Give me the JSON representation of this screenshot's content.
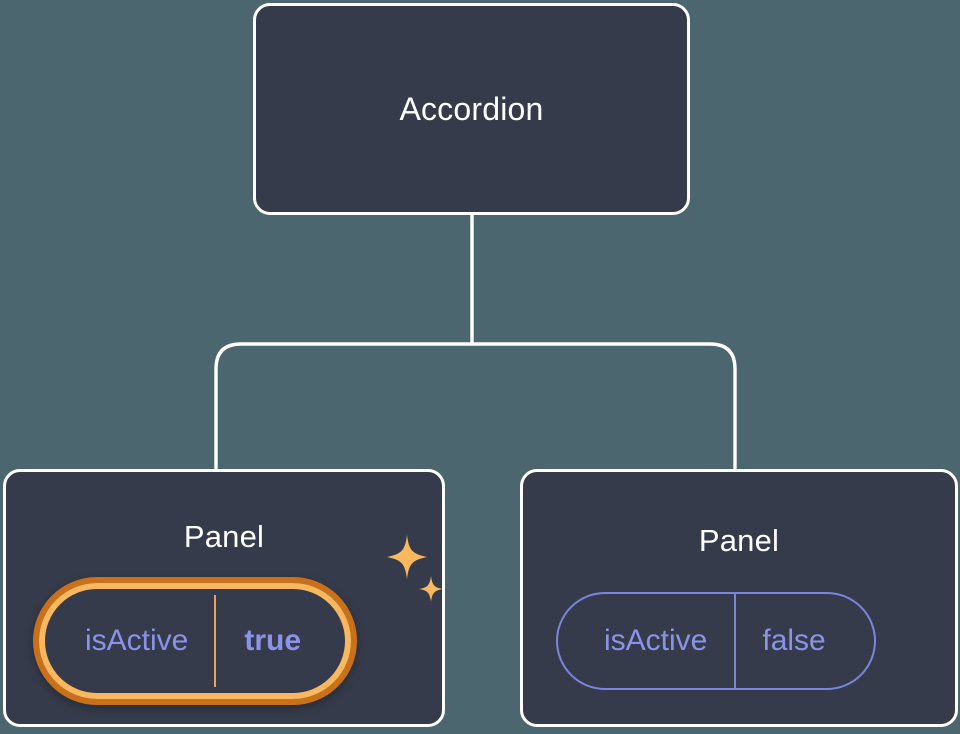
{
  "theme": {
    "background": "#4c6670",
    "node_fill": "#353b4a",
    "node_border": "#ffffff",
    "connector": "#ffffff",
    "prop_text": "#8b93e8",
    "prop_border": "#7b85e0",
    "highlight_outer": "#c8701a",
    "highlight_inner": "#f9b75e",
    "sparkle": "#f9b75e"
  },
  "tree": {
    "root": {
      "title": "Accordion"
    },
    "children": [
      {
        "title": "Panel",
        "prop": {
          "key": "isActive",
          "value": "true"
        },
        "highlighted": "true",
        "sparkle_icons": [
          "sparkle-large-icon",
          "sparkle-small-icon"
        ]
      },
      {
        "title": "Panel",
        "prop": {
          "key": "isActive",
          "value": "false"
        },
        "highlighted": "false"
      }
    ]
  }
}
